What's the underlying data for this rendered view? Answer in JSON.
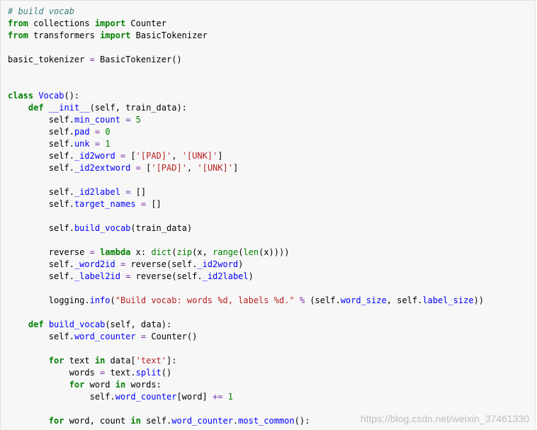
{
  "editor": {
    "lines": [
      [
        [
          "comment",
          "# build vocab"
        ]
      ],
      [
        [
          "keyword",
          "from"
        ],
        [
          "name",
          " collections "
        ],
        [
          "keyword",
          "import"
        ],
        [
          "name",
          " Counter"
        ]
      ],
      [
        [
          "keyword",
          "from"
        ],
        [
          "name",
          " transformers "
        ],
        [
          "keyword",
          "import"
        ],
        [
          "name",
          " BasicTokenizer"
        ]
      ],
      [],
      [
        [
          "name",
          "basic_tokenizer "
        ],
        [
          "op",
          "="
        ],
        [
          "name",
          " BasicTokenizer()"
        ]
      ],
      [],
      [],
      [
        [
          "keyword",
          "class"
        ],
        [
          "name",
          " "
        ],
        [
          "func",
          "Vocab"
        ],
        [
          "punct",
          "():"
        ]
      ],
      [
        [
          "name",
          "    "
        ],
        [
          "keyword",
          "def"
        ],
        [
          "name",
          " "
        ],
        [
          "func",
          "__init__"
        ],
        [
          "punct",
          "("
        ],
        [
          "name",
          "self, train_data"
        ],
        [
          "punct",
          "):"
        ]
      ],
      [
        [
          "name",
          "        self"
        ],
        [
          "punct",
          "."
        ],
        [
          "attr",
          "min_count"
        ],
        [
          "name",
          " "
        ],
        [
          "op",
          "="
        ],
        [
          "name",
          " "
        ],
        [
          "number",
          "5"
        ]
      ],
      [
        [
          "name",
          "        self"
        ],
        [
          "punct",
          "."
        ],
        [
          "attr",
          "pad"
        ],
        [
          "name",
          " "
        ],
        [
          "op",
          "="
        ],
        [
          "name",
          " "
        ],
        [
          "number",
          "0"
        ]
      ],
      [
        [
          "name",
          "        self"
        ],
        [
          "punct",
          "."
        ],
        [
          "attr",
          "unk"
        ],
        [
          "name",
          " "
        ],
        [
          "op",
          "="
        ],
        [
          "name",
          " "
        ],
        [
          "number",
          "1"
        ]
      ],
      [
        [
          "name",
          "        self"
        ],
        [
          "punct",
          "."
        ],
        [
          "attr",
          "_id2word"
        ],
        [
          "name",
          " "
        ],
        [
          "op",
          "="
        ],
        [
          "name",
          " ["
        ],
        [
          "string",
          "'[PAD]'"
        ],
        [
          "name",
          ", "
        ],
        [
          "string",
          "'[UNK]'"
        ],
        [
          "name",
          "]"
        ]
      ],
      [
        [
          "name",
          "        self"
        ],
        [
          "punct",
          "."
        ],
        [
          "attr",
          "_id2extword"
        ],
        [
          "name",
          " "
        ],
        [
          "op",
          "="
        ],
        [
          "name",
          " ["
        ],
        [
          "string",
          "'[PAD]'"
        ],
        [
          "name",
          ", "
        ],
        [
          "string",
          "'[UNK]'"
        ],
        [
          "name",
          "]"
        ]
      ],
      [],
      [
        [
          "name",
          "        self"
        ],
        [
          "punct",
          "."
        ],
        [
          "attr",
          "_id2label"
        ],
        [
          "name",
          " "
        ],
        [
          "op",
          "="
        ],
        [
          "name",
          " []"
        ]
      ],
      [
        [
          "name",
          "        self"
        ],
        [
          "punct",
          "."
        ],
        [
          "attr",
          "target_names"
        ],
        [
          "name",
          " "
        ],
        [
          "op",
          "="
        ],
        [
          "name",
          " []"
        ]
      ],
      [],
      [
        [
          "name",
          "        self"
        ],
        [
          "punct",
          "."
        ],
        [
          "attr",
          "build_vocab"
        ],
        [
          "name",
          "(train_data)"
        ]
      ],
      [],
      [
        [
          "name",
          "        reverse "
        ],
        [
          "op",
          "="
        ],
        [
          "name",
          " "
        ],
        [
          "keyword",
          "lambda"
        ],
        [
          "name",
          " x: "
        ],
        [
          "builtin",
          "dict"
        ],
        [
          "name",
          "("
        ],
        [
          "builtin",
          "zip"
        ],
        [
          "name",
          "(x, "
        ],
        [
          "builtin",
          "range"
        ],
        [
          "name",
          "("
        ],
        [
          "builtin",
          "len"
        ],
        [
          "name",
          "(x))))"
        ]
      ],
      [
        [
          "name",
          "        self"
        ],
        [
          "punct",
          "."
        ],
        [
          "attr",
          "_word2id"
        ],
        [
          "name",
          " "
        ],
        [
          "op",
          "="
        ],
        [
          "name",
          " reverse(self"
        ],
        [
          "punct",
          "."
        ],
        [
          "attr",
          "_id2word"
        ],
        [
          "name",
          ")"
        ]
      ],
      [
        [
          "name",
          "        self"
        ],
        [
          "punct",
          "."
        ],
        [
          "attr",
          "_label2id"
        ],
        [
          "name",
          " "
        ],
        [
          "op",
          "="
        ],
        [
          "name",
          " reverse(self"
        ],
        [
          "punct",
          "."
        ],
        [
          "attr",
          "_id2label"
        ],
        [
          "name",
          ")"
        ]
      ],
      [],
      [
        [
          "name",
          "        logging"
        ],
        [
          "punct",
          "."
        ],
        [
          "attr",
          "info"
        ],
        [
          "name",
          "("
        ],
        [
          "string",
          "\"Build vocab: words %d, labels %d.\""
        ],
        [
          "name",
          " "
        ],
        [
          "op",
          "%"
        ],
        [
          "name",
          " (self"
        ],
        [
          "punct",
          "."
        ],
        [
          "attr",
          "word_size"
        ],
        [
          "name",
          ", self"
        ],
        [
          "punct",
          "."
        ],
        [
          "attr",
          "label_size"
        ],
        [
          "name",
          "))"
        ]
      ],
      [],
      [
        [
          "name",
          "    "
        ],
        [
          "keyword",
          "def"
        ],
        [
          "name",
          " "
        ],
        [
          "func",
          "build_vocab"
        ],
        [
          "punct",
          "("
        ],
        [
          "name",
          "self, data"
        ],
        [
          "punct",
          "):"
        ]
      ],
      [
        [
          "name",
          "        self"
        ],
        [
          "punct",
          "."
        ],
        [
          "attr",
          "word_counter"
        ],
        [
          "name",
          " "
        ],
        [
          "op",
          "="
        ],
        [
          "name",
          " Counter()"
        ]
      ],
      [],
      [
        [
          "name",
          "        "
        ],
        [
          "keyword",
          "for"
        ],
        [
          "name",
          " text "
        ],
        [
          "keyword",
          "in"
        ],
        [
          "name",
          " data["
        ],
        [
          "string",
          "'text'"
        ],
        [
          "name",
          "]:"
        ]
      ],
      [
        [
          "name",
          "            words "
        ],
        [
          "op",
          "="
        ],
        [
          "name",
          " text"
        ],
        [
          "punct",
          "."
        ],
        [
          "attr",
          "split"
        ],
        [
          "name",
          "()"
        ]
      ],
      [
        [
          "name",
          "            "
        ],
        [
          "keyword",
          "for"
        ],
        [
          "name",
          " word "
        ],
        [
          "keyword",
          "in"
        ],
        [
          "name",
          " words:"
        ]
      ],
      [
        [
          "name",
          "                self"
        ],
        [
          "punct",
          "."
        ],
        [
          "attr",
          "word_counter"
        ],
        [
          "name",
          "[word] "
        ],
        [
          "op",
          "+="
        ],
        [
          "name",
          " "
        ],
        [
          "number",
          "1"
        ]
      ],
      [],
      [
        [
          "name",
          "        "
        ],
        [
          "keyword",
          "for"
        ],
        [
          "name",
          " word, count "
        ],
        [
          "keyword",
          "in"
        ],
        [
          "name",
          " self"
        ],
        [
          "punct",
          "."
        ],
        [
          "attr",
          "word_counter"
        ],
        [
          "punct",
          "."
        ],
        [
          "attr",
          "most_common"
        ],
        [
          "name",
          "():"
        ]
      ]
    ]
  },
  "watermark": {
    "text": "https://blog.csdn.net/weixin_37461330"
  }
}
